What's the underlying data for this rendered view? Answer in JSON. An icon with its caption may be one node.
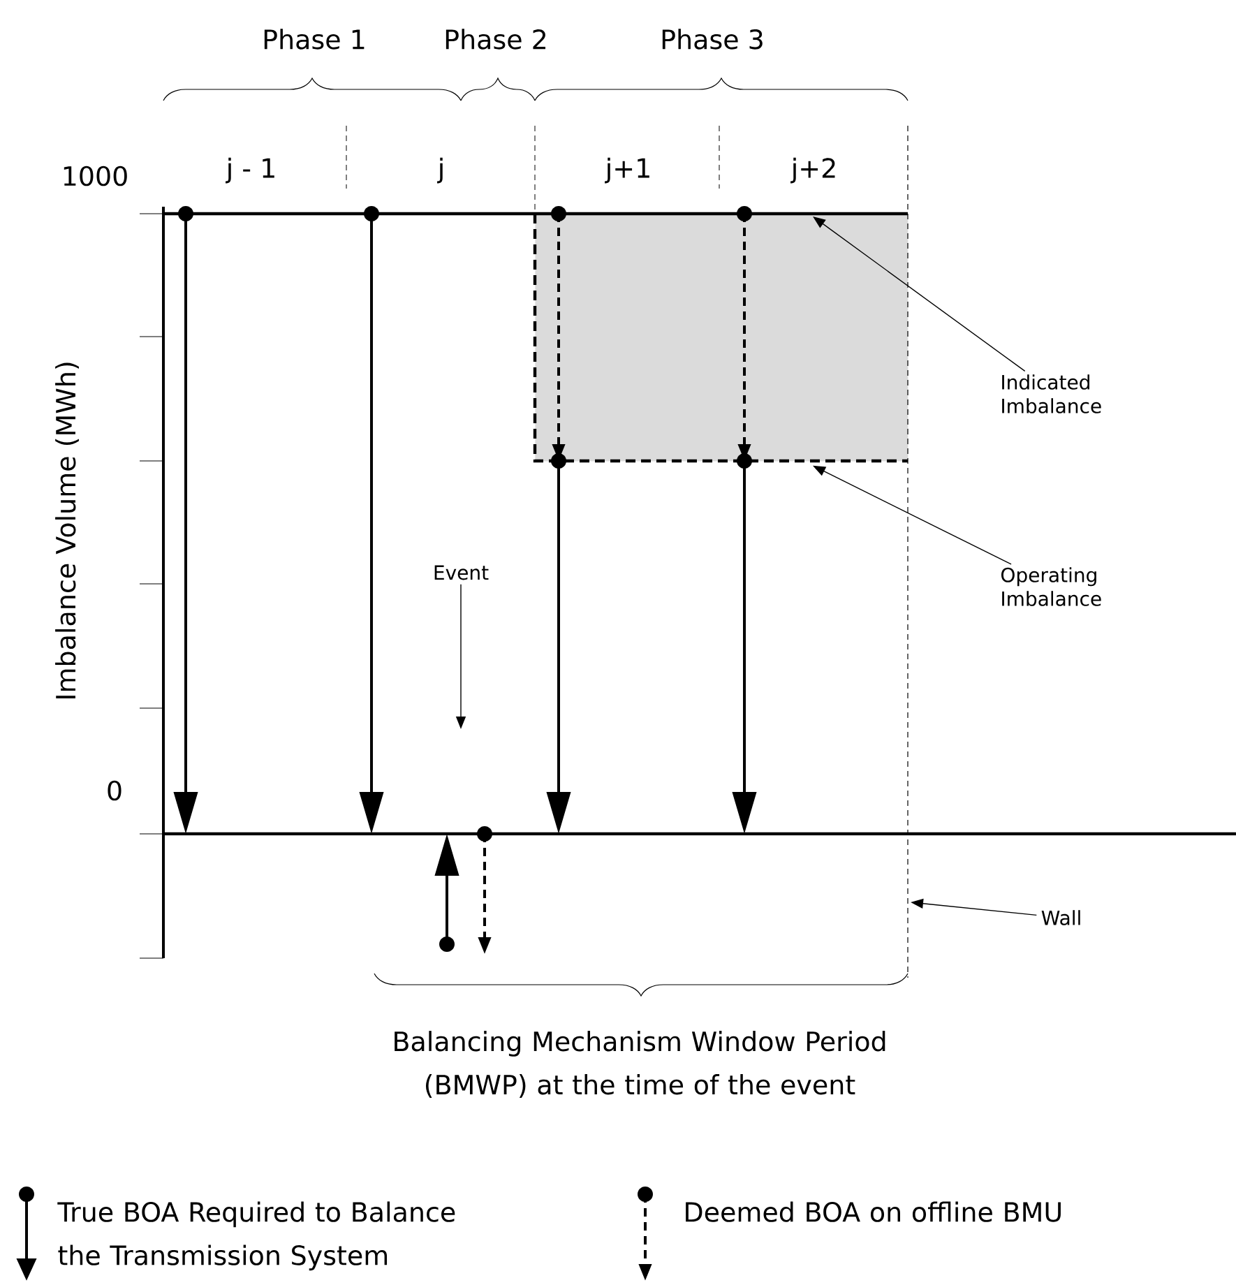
{
  "diagram": {
    "nodes": [
      {
        "text": [],
        "shape": "box"
      },
      {
        "text": [
          "Indicated Imbalance"
        ]
      },
      {
        "text": [
          "Operating Imbalance"
        ]
      },
      {
        "text": [
          "Event"
        ]
      },
      {
        "text": [
          "Wall"
        ]
      }
    ],
    "edges": [
      {
        "from": 1,
        "to": 0,
        "arrow": "to"
      },
      {
        "from": 2,
        "to": 0,
        "arrow": "to"
      },
      {
        "from": 3,
        "to": null,
        "arrow": "to"
      },
      {
        "from": 4,
        "to": null,
        "arrow": "to"
      }
    ],
    "labels": [
      "Phase 1",
      "Phase 2",
      "Phase 3",
      "1000",
      "j - 1",
      "j",
      "j+1",
      "j+2",
      "0",
      "Imbalance Volume (MWh)",
      "Balancing Mechanism Window Period (BMWP) at the time of the event"
    ],
    "legend": [
      {
        "text": "True BOA Required to Balance the Transmission System"
      },
      {
        "text": "Deemed BOA on offline BMU"
      }
    ]
  }
}
